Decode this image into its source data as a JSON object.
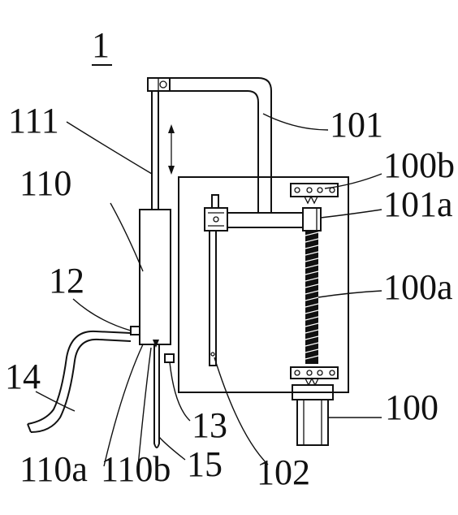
{
  "figure_number": "1",
  "labels": {
    "l111": "111",
    "l110": "110",
    "l12": "12",
    "l14": "14",
    "l110a": "110a",
    "l110b": "110b",
    "l15": "15",
    "l13": "13",
    "l102": "102",
    "l101": "101",
    "l100b": "100b",
    "l101a": "101a",
    "l100a": "100a",
    "l100": "100"
  },
  "colors": {
    "ink": "#111111",
    "background": "#ffffff"
  }
}
